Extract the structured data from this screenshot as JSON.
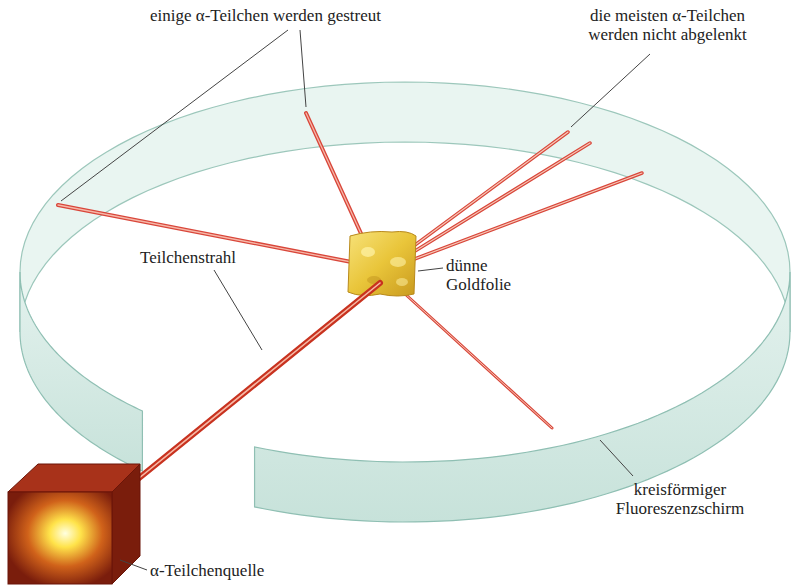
{
  "diagram": {
    "labels": [
      "einige α-Teilchen werden gestreut",
      "die meisten α-Teilchen werden nicht abgelenkt",
      "dünne Goldfolie",
      "Teilchenstrahl",
      "kreisförmiger Fluoreszenzschirm",
      "α-Teilchenquelle"
    ]
  }
}
